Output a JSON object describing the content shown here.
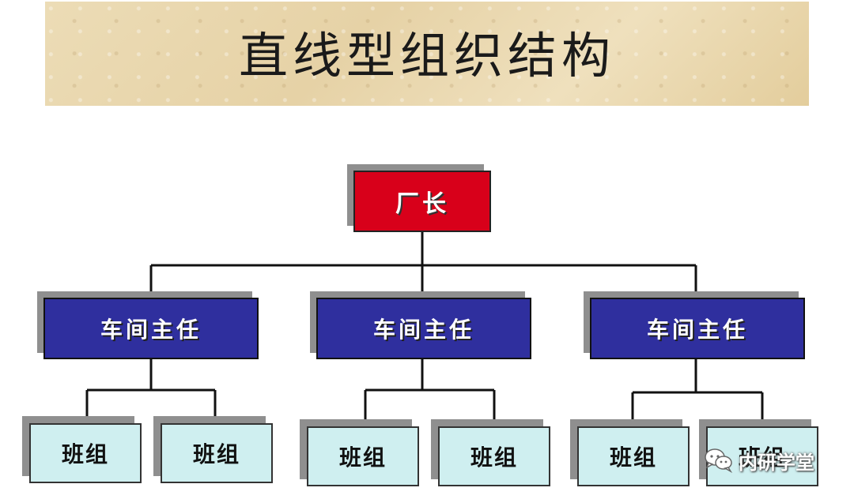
{
  "title": "直线型组织结构",
  "root": {
    "label": "厂长"
  },
  "workshops": [
    {
      "label": "车间主任",
      "teams": [
        "班组",
        "班组"
      ]
    },
    {
      "label": "车间主任",
      "teams": [
        "班组",
        "班组"
      ]
    },
    {
      "label": "车间主任",
      "teams": [
        "班组",
        "班组"
      ]
    }
  ],
  "watermark": {
    "text": "内研学堂",
    "icon": "wechat-icon"
  },
  "colors": {
    "root_fill": "#d8001a",
    "workshop_fill": "#2f2f9e",
    "team_fill": "#cfeff0",
    "shadow": "#8f8f8f"
  }
}
